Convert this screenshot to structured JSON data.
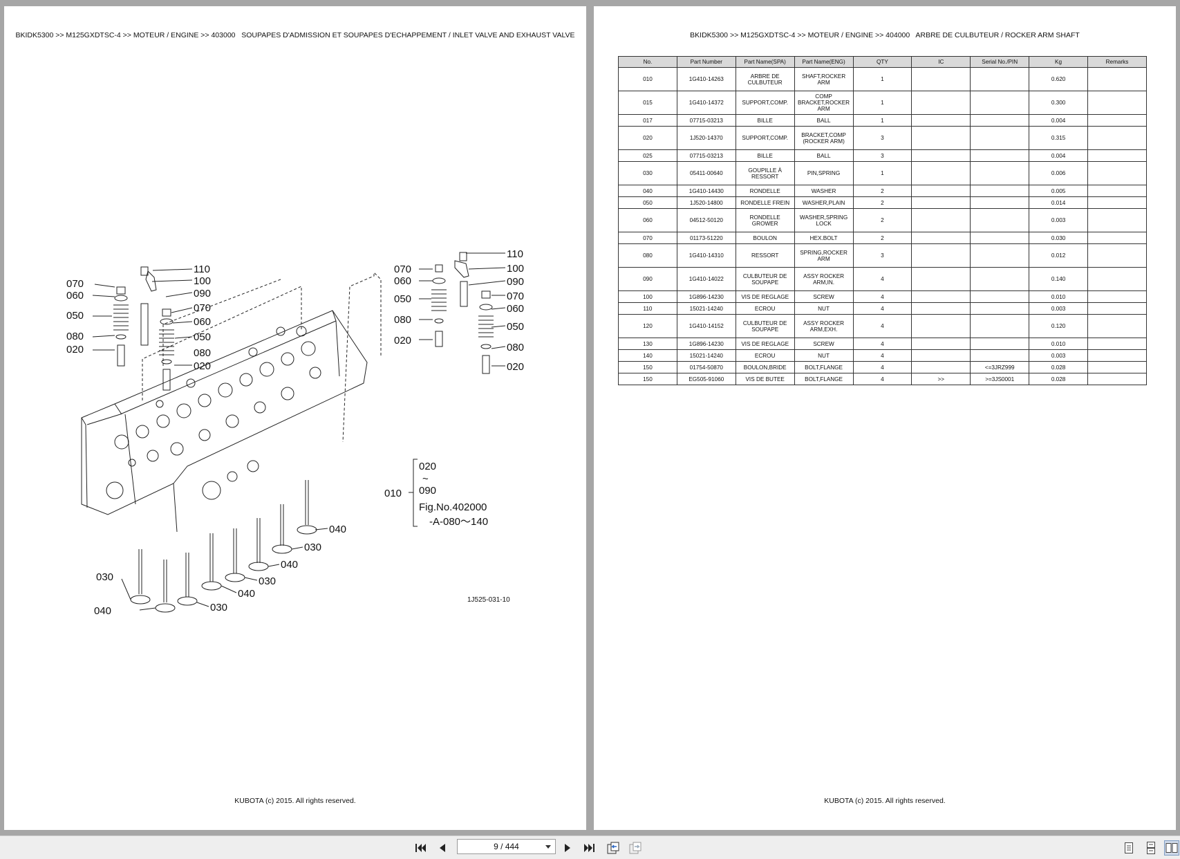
{
  "left_page": {
    "breadcrumb": "BKIDK5300 >> M125GXDTSC-4 >> MOTEUR / ENGINE >> 403000   SOUPAPES D'ADMISSION ET SOUPAPES D'ECHAPPEMENT / INLET VALVE AND EXHAUST VALVE",
    "footer": "KUBOTA (c) 2015. All rights reserved.",
    "diagram": {
      "left_labels": [
        "110",
        "100",
        "090",
        "070",
        "060",
        "050",
        "080",
        "020",
        "070",
        "060",
        "050",
        "080",
        "020"
      ],
      "right_labels": [
        "110",
        "100",
        "090",
        "070",
        "060",
        "050",
        "080",
        "020",
        "070",
        "060",
        "050",
        "080",
        "020"
      ],
      "valve_labels": [
        "040",
        "030",
        "040",
        "030",
        "040",
        "030",
        "040",
        "030"
      ],
      "ref_010": "010",
      "ref_020": "020",
      "ref_tilde": "~",
      "ref_090": "090",
      "ref_fig": "Fig.No.402000",
      "ref_range": "-A-080～140",
      "figure_code": "1J525-031-10"
    }
  },
  "right_page": {
    "breadcrumb": "BKIDK5300 >> M125GXDTSC-4 >> MOTEUR / ENGINE >> 404000   ARBRE DE CULBUTEUR / ROCKER ARM SHAFT",
    "footer": "KUBOTA (c) 2015. All rights reserved.",
    "table": {
      "headers": [
        "No.",
        "Part Number",
        "Part Name(SPA)",
        "Part Name(ENG)",
        "QTY",
        "IC",
        "Serial No./PIN",
        "Kg",
        "Remarks"
      ],
      "rows": [
        {
          "no": "010",
          "part": "1G410-14263",
          "spa": "ARBRE DE CULBUTEUR",
          "eng": "SHAFT,ROCKER ARM",
          "qty": "1",
          "ic": "",
          "serial": "",
          "kg": "0.620",
          "remarks": ""
        },
        {
          "no": "015",
          "part": "1G410-14372",
          "spa": "SUPPORT,COMP.",
          "eng": "COMP BRACKET,ROCKER ARM",
          "qty": "1",
          "ic": "",
          "serial": "",
          "kg": "0.300",
          "remarks": ""
        },
        {
          "no": "017",
          "part": "07715-03213",
          "spa": "BILLE",
          "eng": "BALL",
          "qty": "1",
          "ic": "",
          "serial": "",
          "kg": "0.004",
          "remarks": ""
        },
        {
          "no": "020",
          "part": "1J520-14370",
          "spa": "SUPPORT,COMP.",
          "eng": "BRACKET,COMP (ROCKER ARM)",
          "qty": "3",
          "ic": "",
          "serial": "",
          "kg": "0.315",
          "remarks": ""
        },
        {
          "no": "025",
          "part": "07715-03213",
          "spa": "BILLE",
          "eng": "BALL",
          "qty": "3",
          "ic": "",
          "serial": "",
          "kg": "0.004",
          "remarks": ""
        },
        {
          "no": "030",
          "part": "05411-00640",
          "spa": "GOUPILLE À RESSORT",
          "eng": "PIN,SPRING",
          "qty": "1",
          "ic": "",
          "serial": "",
          "kg": "0.006",
          "remarks": ""
        },
        {
          "no": "040",
          "part": "1G410-14430",
          "spa": "RONDELLE",
          "eng": "WASHER",
          "qty": "2",
          "ic": "",
          "serial": "",
          "kg": "0.005",
          "remarks": ""
        },
        {
          "no": "050",
          "part": "1J520-14800",
          "spa": "RONDELLE FREIN",
          "eng": "WASHER,PLAIN",
          "qty": "2",
          "ic": "",
          "serial": "",
          "kg": "0.014",
          "remarks": ""
        },
        {
          "no": "060",
          "part": "04512-50120",
          "spa": "RONDELLE GROWER",
          "eng": "WASHER,SPRING LOCK",
          "qty": "2",
          "ic": "",
          "serial": "",
          "kg": "0.003",
          "remarks": ""
        },
        {
          "no": "070",
          "part": "01173-51220",
          "spa": "BOULON",
          "eng": "HEX.BOLT",
          "qty": "2",
          "ic": "",
          "serial": "",
          "kg": "0.030",
          "remarks": ""
        },
        {
          "no": "080",
          "part": "1G410-14310",
          "spa": "RESSORT",
          "eng": "SPRING,ROCKER ARM",
          "qty": "3",
          "ic": "",
          "serial": "",
          "kg": "0.012",
          "remarks": ""
        },
        {
          "no": "090",
          "part": "1G410-14022",
          "spa": "CULBUTEUR DE SOUPAPE",
          "eng": "ASSY ROCKER ARM,IN.",
          "qty": "4",
          "ic": "",
          "serial": "",
          "kg": "0.140",
          "remarks": ""
        },
        {
          "no": "100",
          "part": "1G896-14230",
          "spa": "VIS DE REGLAGE",
          "eng": "SCREW",
          "qty": "4",
          "ic": "",
          "serial": "",
          "kg": "0.010",
          "remarks": ""
        },
        {
          "no": "110",
          "part": "15021-14240",
          "spa": "ECROU",
          "eng": "NUT",
          "qty": "4",
          "ic": "",
          "serial": "",
          "kg": "0.003",
          "remarks": ""
        },
        {
          "no": "120",
          "part": "1G410-14152",
          "spa": "CULBUTEUR DE SOUPAPE",
          "eng": "ASSY ROCKER ARM,EXH.",
          "qty": "4",
          "ic": "",
          "serial": "",
          "kg": "0.120",
          "remarks": ""
        },
        {
          "no": "130",
          "part": "1G896-14230",
          "spa": "VIS DE REGLAGE",
          "eng": "SCREW",
          "qty": "4",
          "ic": "",
          "serial": "",
          "kg": "0.010",
          "remarks": ""
        },
        {
          "no": "140",
          "part": "15021-14240",
          "spa": "ECROU",
          "eng": "NUT",
          "qty": "4",
          "ic": "",
          "serial": "",
          "kg": "0.003",
          "remarks": ""
        },
        {
          "no": "150",
          "part": "01754-50870",
          "spa": "BOULON,BRIDE",
          "eng": "BOLT,FLANGE",
          "qty": "4",
          "ic": "",
          "serial": "<=3JRZ999",
          "kg": "0.028",
          "remarks": ""
        },
        {
          "no": "150",
          "part": "EG505-91060",
          "spa": "VIS DE BUTEE",
          "eng": "BOLT,FLANGE",
          "qty": "4",
          "ic": ">>",
          "serial": ">=3JS0001",
          "kg": "0.028",
          "remarks": ""
        }
      ]
    }
  },
  "toolbar": {
    "page_indicator": "9 / 444",
    "icons": [
      "first-page-icon",
      "previous-page-icon",
      "next-page-icon",
      "last-page-icon",
      "go-back-view-icon",
      "go-forward-view-icon",
      "single-page-view-icon",
      "continuous-view-icon",
      "two-page-view-icon"
    ]
  }
}
